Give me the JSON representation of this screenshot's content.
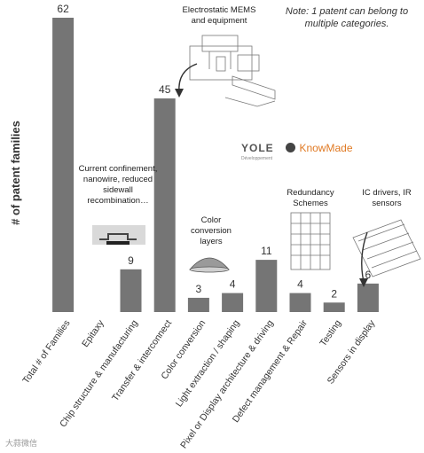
{
  "chart_data": {
    "type": "bar",
    "ylabel": "# of patent families",
    "categories": [
      "Total # of Families",
      "Epitaxy",
      "Chip structure & manufacturing",
      "Transfer & interconnect",
      "Color conversion",
      "Light extraction / shaping",
      "Pixel or Display architecture & driving",
      "Defect management & Repair",
      "Testing",
      "Sensors in display"
    ],
    "values": [
      62,
      0,
      9,
      45,
      3,
      4,
      11,
      4,
      2,
      6
    ],
    "value_labels": [
      "62",
      "",
      "9",
      "45",
      "3",
      "4",
      "11",
      "4",
      "2",
      "6"
    ],
    "ylim": [
      0,
      62
    ],
    "grid": false,
    "bar_color": "#757575"
  },
  "note": "Note: 1 patent can belong to multiple categories.",
  "annotations": {
    "electrostatic": "Electrostatic MEMS and equipment",
    "current": "Current confinement, nanowire, reduced sidewall recombination…",
    "color_conv": "Color conversion layers",
    "redundancy": "Redundancy Schemes",
    "ic_drivers": "IC drivers, IR sensors"
  },
  "logos": {
    "yole": "YOLE",
    "yole_sub": "Développement",
    "knowmade": "KnowMade"
  },
  "watermark": "大蒜微信"
}
